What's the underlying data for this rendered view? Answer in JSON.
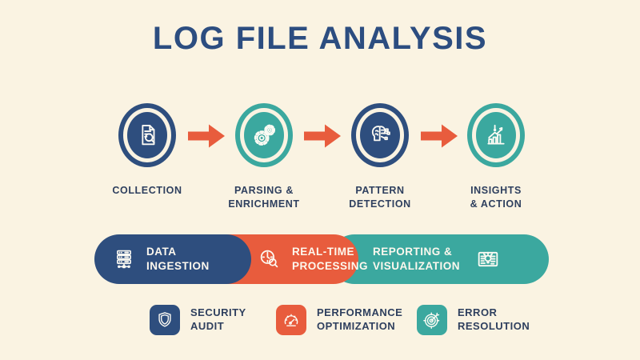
{
  "title": "LOG FILE ANALYSIS",
  "palette": {
    "background": "#faf3e2",
    "navy": "#2e4e7e",
    "teal": "#3ba89f",
    "orange": "#e85c3d",
    "dark_label_text": "#2e3f5e",
    "light_text": "#fdf8ee"
  },
  "flow": {
    "steps": [
      {
        "label": "COLLECTION",
        "icon": "document-magnifier-icon",
        "color": "navy"
      },
      {
        "label": "PARSING &\nENRICHMENT",
        "icon": "gears-icon",
        "color": "teal"
      },
      {
        "label": "PATTERN\nDETECTION",
        "icon": "brain-circuit-icon",
        "color": "navy"
      },
      {
        "label": "INSIGHTS\n& ACTION",
        "icon": "bar-chart-alert-icon",
        "color": "teal"
      }
    ],
    "connector": {
      "icon": "arrow-right-icon",
      "color": "#e85c3d"
    }
  },
  "banner": {
    "segments": [
      {
        "label": "DATA\nINGESTION",
        "icon": "server-stack-icon",
        "color": "navy"
      },
      {
        "label": "REAL-TIME\nPROCESSING",
        "icon": "clock-magnifier-icon",
        "color": "orange"
      },
      {
        "label": "REPORTING &\nVISUALIZATION",
        "icon": "report-lightbulb-icon",
        "color": "teal"
      }
    ]
  },
  "features": [
    {
      "label": "SECURITY\nAUDIT",
      "icon": "shield-icon",
      "color": "navy"
    },
    {
      "label": "PERFORMANCE\nOPTIMIZATION",
      "icon": "gauge-icon",
      "color": "orange"
    },
    {
      "label": "ERROR\nRESOLUTION",
      "icon": "target-dart-icon",
      "color": "teal"
    }
  ]
}
